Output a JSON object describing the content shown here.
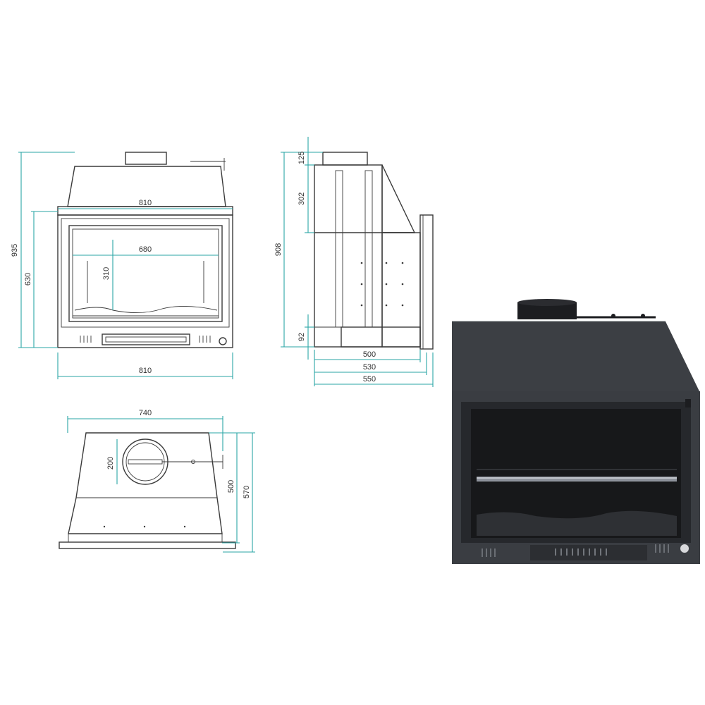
{
  "colors": {
    "dimension_line": "#2aa6a6",
    "drawing_line": "#3a3a3a",
    "stove_body": "#3c3f44",
    "stove_dark": "#1a1b1d",
    "grill": "#b9bcc4"
  },
  "front_view": {
    "total_height": "935",
    "body_height": "630",
    "width_top": "810",
    "glass_width": "680",
    "glass_height": "310",
    "width_bottom": "810"
  },
  "side_view": {
    "total_height": "908",
    "top_height": "125",
    "hood_height": "302",
    "base_height": "92",
    "depth_1": "500",
    "depth_2": "530",
    "depth_3": "550"
  },
  "top_view": {
    "width": "740",
    "flue_diameter": "200",
    "depth_1": "500",
    "depth_2": "570"
  }
}
